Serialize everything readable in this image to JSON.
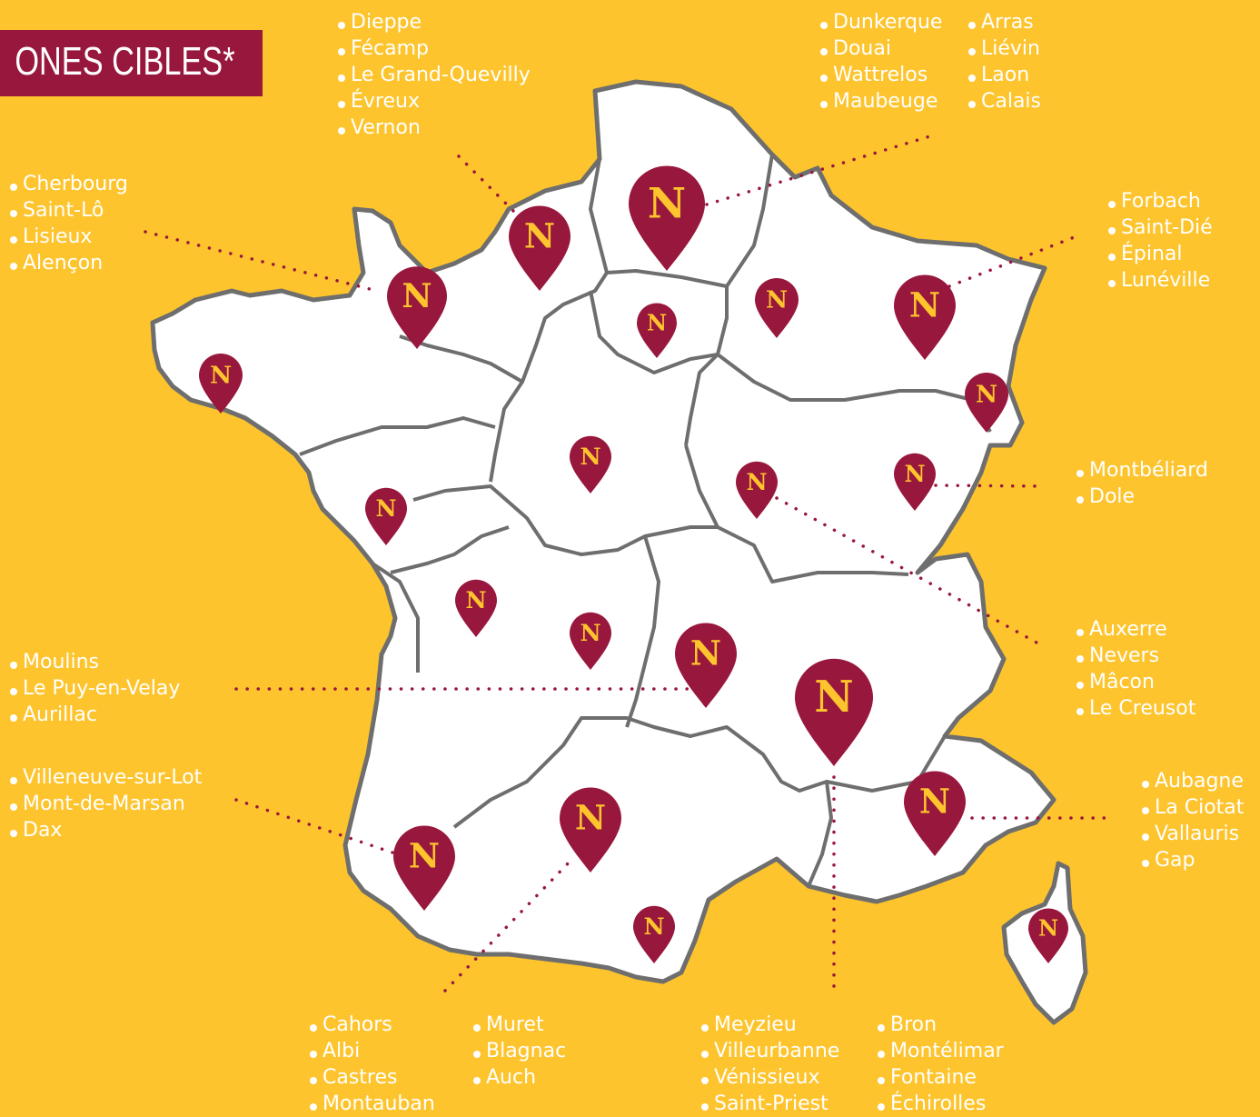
{
  "title": "ONES CIBLES*",
  "colors": {
    "background": "#FDC42D",
    "banner": "#98173D",
    "pin": "#98173D",
    "pin_letter": "#FDC42D",
    "land": "#FFFFFF",
    "border": "#6E6E6E",
    "connector": "#98173D"
  },
  "pin_label": "N",
  "city_groups": [
    {
      "id": "normandy-east",
      "cities": [
        "Dieppe",
        "Fécamp",
        "Le Grand-Quevilly",
        "Évreux",
        "Vernon"
      ]
    },
    {
      "id": "nord-1",
      "cities": [
        "Dunkerque",
        "Douai",
        "Wattrelos",
        "Maubeuge"
      ]
    },
    {
      "id": "nord-2",
      "cities": [
        "Arras",
        "Liévin",
        "Laon",
        "Calais"
      ]
    },
    {
      "id": "normandy-west",
      "cities": [
        "Cherbourg",
        "Saint-Lô",
        "Lisieux",
        "Alençon"
      ]
    },
    {
      "id": "lorraine",
      "cities": [
        "Forbach",
        "Saint-Dié",
        "Épinal",
        "Lunéville"
      ]
    },
    {
      "id": "franche-comte",
      "cities": [
        "Montbéliard",
        "Dole"
      ]
    },
    {
      "id": "bourgogne",
      "cities": [
        "Auxerre",
        "Nevers",
        "Mâcon",
        "Le Creusot"
      ]
    },
    {
      "id": "auvergne",
      "cities": [
        "Moulins",
        "Le Puy-en-Velay",
        "Aurillac"
      ]
    },
    {
      "id": "aquitaine",
      "cities": [
        "Villeneuve-sur-Lot",
        "Mont-de-Marsan",
        "Dax"
      ]
    },
    {
      "id": "paca",
      "cities": [
        "Aubagne",
        "La Ciotat",
        "Vallauris",
        "Gap"
      ]
    },
    {
      "id": "occitanie-1",
      "cities": [
        "Cahors",
        "Albi",
        "Castres",
        "Montauban"
      ]
    },
    {
      "id": "occitanie-2",
      "cities": [
        "Muret",
        "Blagnac",
        "Auch"
      ]
    },
    {
      "id": "rhone-1",
      "cities": [
        "Meyzieu",
        "Villeurbanne",
        "Vénissieux",
        "Saint-Priest"
      ]
    },
    {
      "id": "rhone-2",
      "cities": [
        "Bron",
        "Montélimar",
        "Fontaine",
        "Échirolles"
      ]
    }
  ]
}
